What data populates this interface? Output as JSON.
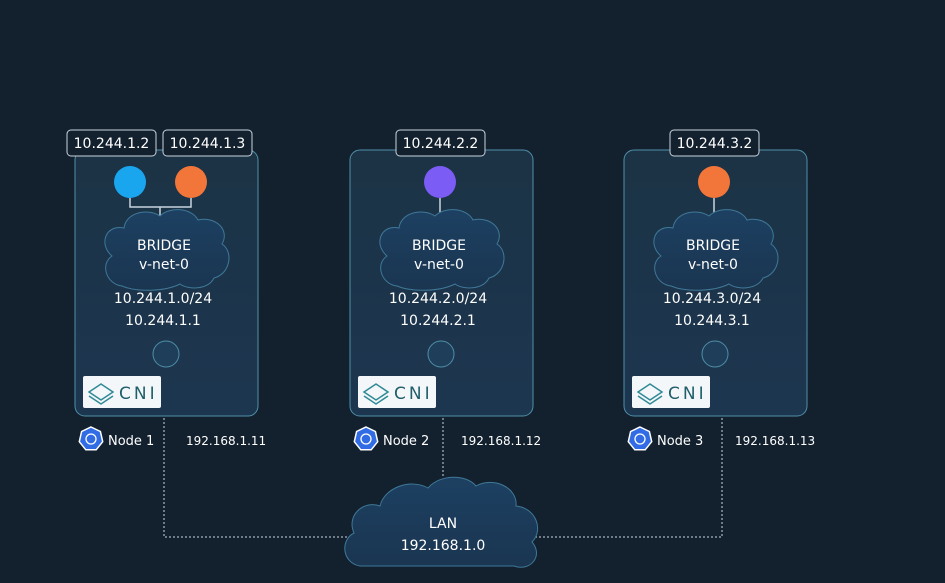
{
  "nodes": [
    {
      "name": "Node 1",
      "host_ip": "192.168.1.11",
      "pod_ips": [
        "10.244.1.2",
        "10.244.1.3"
      ],
      "pod_colors": [
        "#1aa6ef",
        "#f2763a"
      ],
      "bridge": {
        "title": "BRIDGE",
        "name": "v-net-0"
      },
      "subnet": "10.244.1.0/24",
      "gateway": "10.244.1.1",
      "cni_label": "CNI"
    },
    {
      "name": "Node 2",
      "host_ip": "192.168.1.12",
      "pod_ips": [
        "10.244.2.2"
      ],
      "pod_colors": [
        "#7b5cf5"
      ],
      "bridge": {
        "title": "BRIDGE",
        "name": "v-net-0"
      },
      "subnet": "10.244.2.0/24",
      "gateway": "10.244.2.1",
      "cni_label": "CNI"
    },
    {
      "name": "Node 3",
      "host_ip": "192.168.1.13",
      "pod_ips": [
        "10.244.3.2"
      ],
      "pod_colors": [
        "#f2763a"
      ],
      "bridge": {
        "title": "BRIDGE",
        "name": "v-net-0"
      },
      "subnet": "10.244.3.0/24",
      "gateway": "10.244.3.1",
      "cni_label": "CNI"
    }
  ],
  "lan": {
    "title": "LAN",
    "cidr": "192.168.1.0"
  },
  "colors": {
    "background": "#13212f",
    "node_border": "#4f8fa8",
    "node_fill": "#1b3042",
    "cloud_fill": "#1a3a55",
    "link": "#c8d4de",
    "k8s_blue": "#326ce5"
  }
}
